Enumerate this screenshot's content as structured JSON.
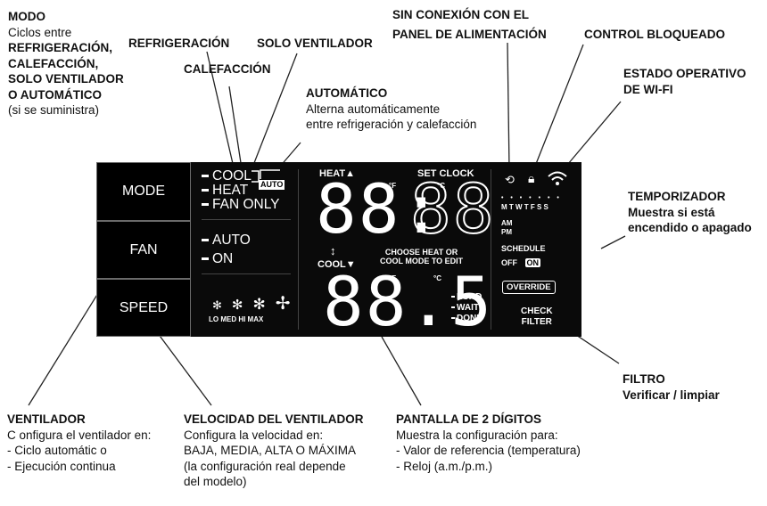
{
  "captions": {
    "modo": {
      "title": "MODO",
      "lines": [
        "Ciclos entre"
      ],
      "bold_lines": [
        "REFRIGERACIÓN,",
        "CALEFACCIÓN,",
        "SOLO VENTILADOR",
        "O AUTOMÁTICO"
      ],
      "tail": "(si se suministra)"
    },
    "refrigeracion": "REFRIGERACIÓN",
    "calefaccion": "CALEFACCIÓN",
    "solo_ventilador": "SOLO VENTILADOR",
    "automatico": {
      "title": "AUTOMÁTICO",
      "lines": [
        "Alterna automáticamente",
        "entre refrigeración y calefacción"
      ]
    },
    "sin_conexion": {
      "lines": [
        "SIN CONEXIÓN CON EL",
        "PANEL DE ALIMENTACIÓN"
      ]
    },
    "control_bloqueado": "CONTROL BLOQUEADO",
    "wifi": {
      "lines": [
        "ESTADO OPERATIVO",
        "DE WI-FI"
      ]
    },
    "temporizador": {
      "title": "TEMPORIZADOR",
      "lines": [
        "Muestra si está",
        "encendido o apagado"
      ]
    },
    "filtro": {
      "title": "FILTRO",
      "lines": [
        "Verificar / limpiar"
      ]
    },
    "ventilador": {
      "title": "VENTILADOR",
      "lines": [
        "C onfigura el ventilador en:",
        "- Ciclo automátic o",
        "- Ejecución continua"
      ]
    },
    "velocidad": {
      "title": "VELOCIDAD DEL VENTILADOR",
      "lines": [
        "Configura la velocidad en:",
        "BAJA, MEDIA, ALTA O MÁXIMA",
        "(la configuración real depende",
        "del modelo)"
      ]
    },
    "pantalla": {
      "title": "PANTALLA DE 2 DÍGITOS",
      "lines": [
        "Muestra la configuración para:",
        "- Valor de referencia (temperatura)",
        "- Reloj (a.m./p.m.)"
      ]
    }
  },
  "panel": {
    "buttons": {
      "mode": "MODE",
      "fan": "FAN",
      "speed": "SPEED"
    },
    "modes": [
      "COOL",
      "HEAT",
      "FAN ONLY"
    ],
    "auto_badge": "AUTO",
    "fan_modes": [
      "AUTO",
      "ON"
    ],
    "speed_labels": "LO MED  HI  MAX",
    "heat_label": "HEAT▲",
    "cool_label": "COOL▼",
    "set_clock": "SET CLOCK",
    "upper_digits": "88:",
    "upper_outline": "88",
    "lower_digits": "88.5",
    "unit_f": "°F",
    "unit_c": "°C",
    "choose": [
      "CHOOSE HEAT OR",
      "COOL MODE TO EDIT"
    ],
    "status": [
      "LOAD",
      "WAIT",
      "DONE"
    ],
    "days": "M T W T F S S",
    "am": "AM",
    "pm": "PM",
    "schedule": "SCHEDULE",
    "off": "OFF",
    "on": "ON",
    "override": "OVERRIDE",
    "check_filter": [
      "CHECK",
      "FILTER"
    ],
    "updown": "↕"
  }
}
